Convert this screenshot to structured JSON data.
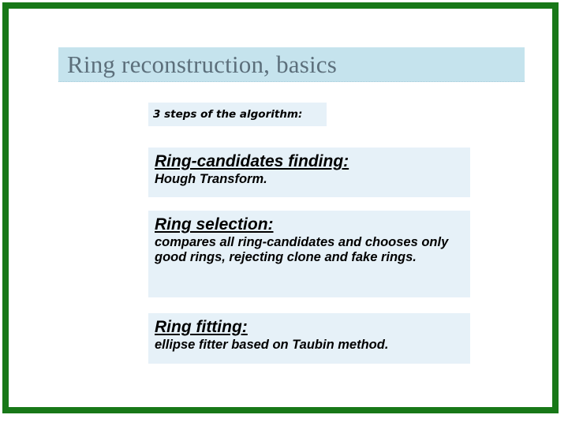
{
  "slide": {
    "border_color": "#187818",
    "background_color": "#ffffff",
    "title": "Ring reconstruction, basics",
    "title_band_color": "#c5e3ed",
    "title_text_color": "#5c6f7b",
    "intro": "3 steps of the algorithm:",
    "block_background_color": "#e6f1f8",
    "steps": [
      {
        "heading": "Ring-candidates finding:",
        "body": "Hough Transform."
      },
      {
        "heading": "Ring selection:",
        "body": "compares all ring-candidates and chooses only good rings, rejecting clone and fake rings."
      },
      {
        "heading": "Ring fitting:",
        "body": "ellipse fitter based on Taubin method."
      }
    ]
  }
}
